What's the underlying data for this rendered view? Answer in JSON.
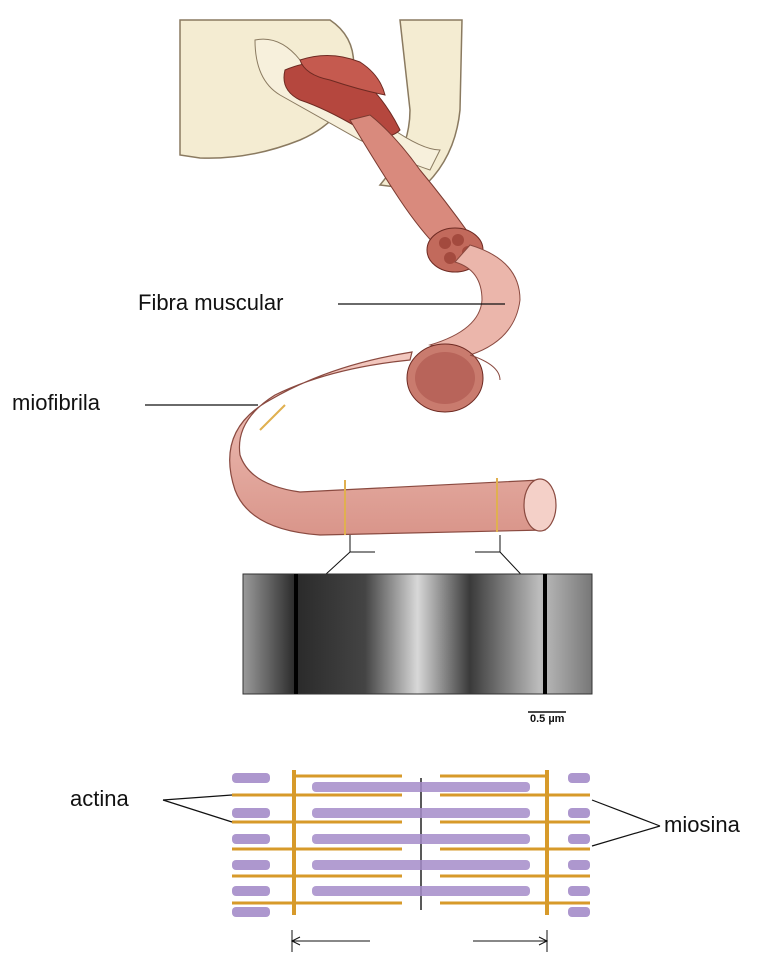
{
  "labels": {
    "fibra_muscular": "Fibra muscular",
    "miofibrila": "miofibrila",
    "actina": "actina",
    "miosina": "miosina",
    "scale_bar": "0.5 µm"
  },
  "colors": {
    "muscle_red": "#b5473e",
    "fiber_pink": "#e9b3a8",
    "fiber_dark": "#c07060",
    "skin": "#f4ecd2",
    "actin_orange": "#d79a2a",
    "myosin_purple": "#a58cc9"
  }
}
